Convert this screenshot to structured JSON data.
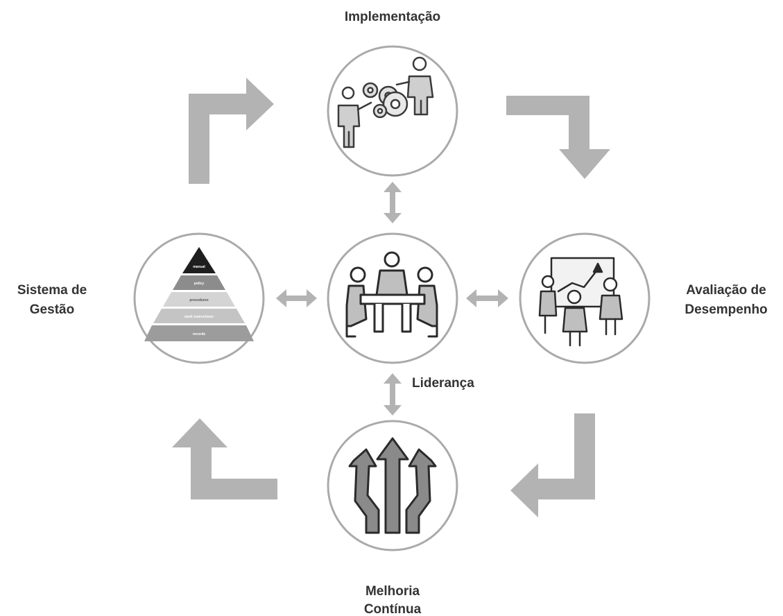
{
  "labels": {
    "top": "Implementação",
    "left_line1": "Sistema de",
    "left_line2": "Gestão",
    "right_line1": "Avaliação de",
    "right_line2": "Desempenho",
    "center": "Liderança",
    "bottom_line1": "Melhoria",
    "bottom_line2": "Contínua"
  },
  "pyramid_levels": [
    "manual",
    "policy",
    "procedures",
    "work instructions",
    "records"
  ],
  "colors": {
    "arrow": "#b3b3b3",
    "circle_stroke": "#aaaaaa",
    "text": "#333333",
    "icon_dark": "#3a3a3a",
    "icon_mid": "#8a8a8a"
  }
}
